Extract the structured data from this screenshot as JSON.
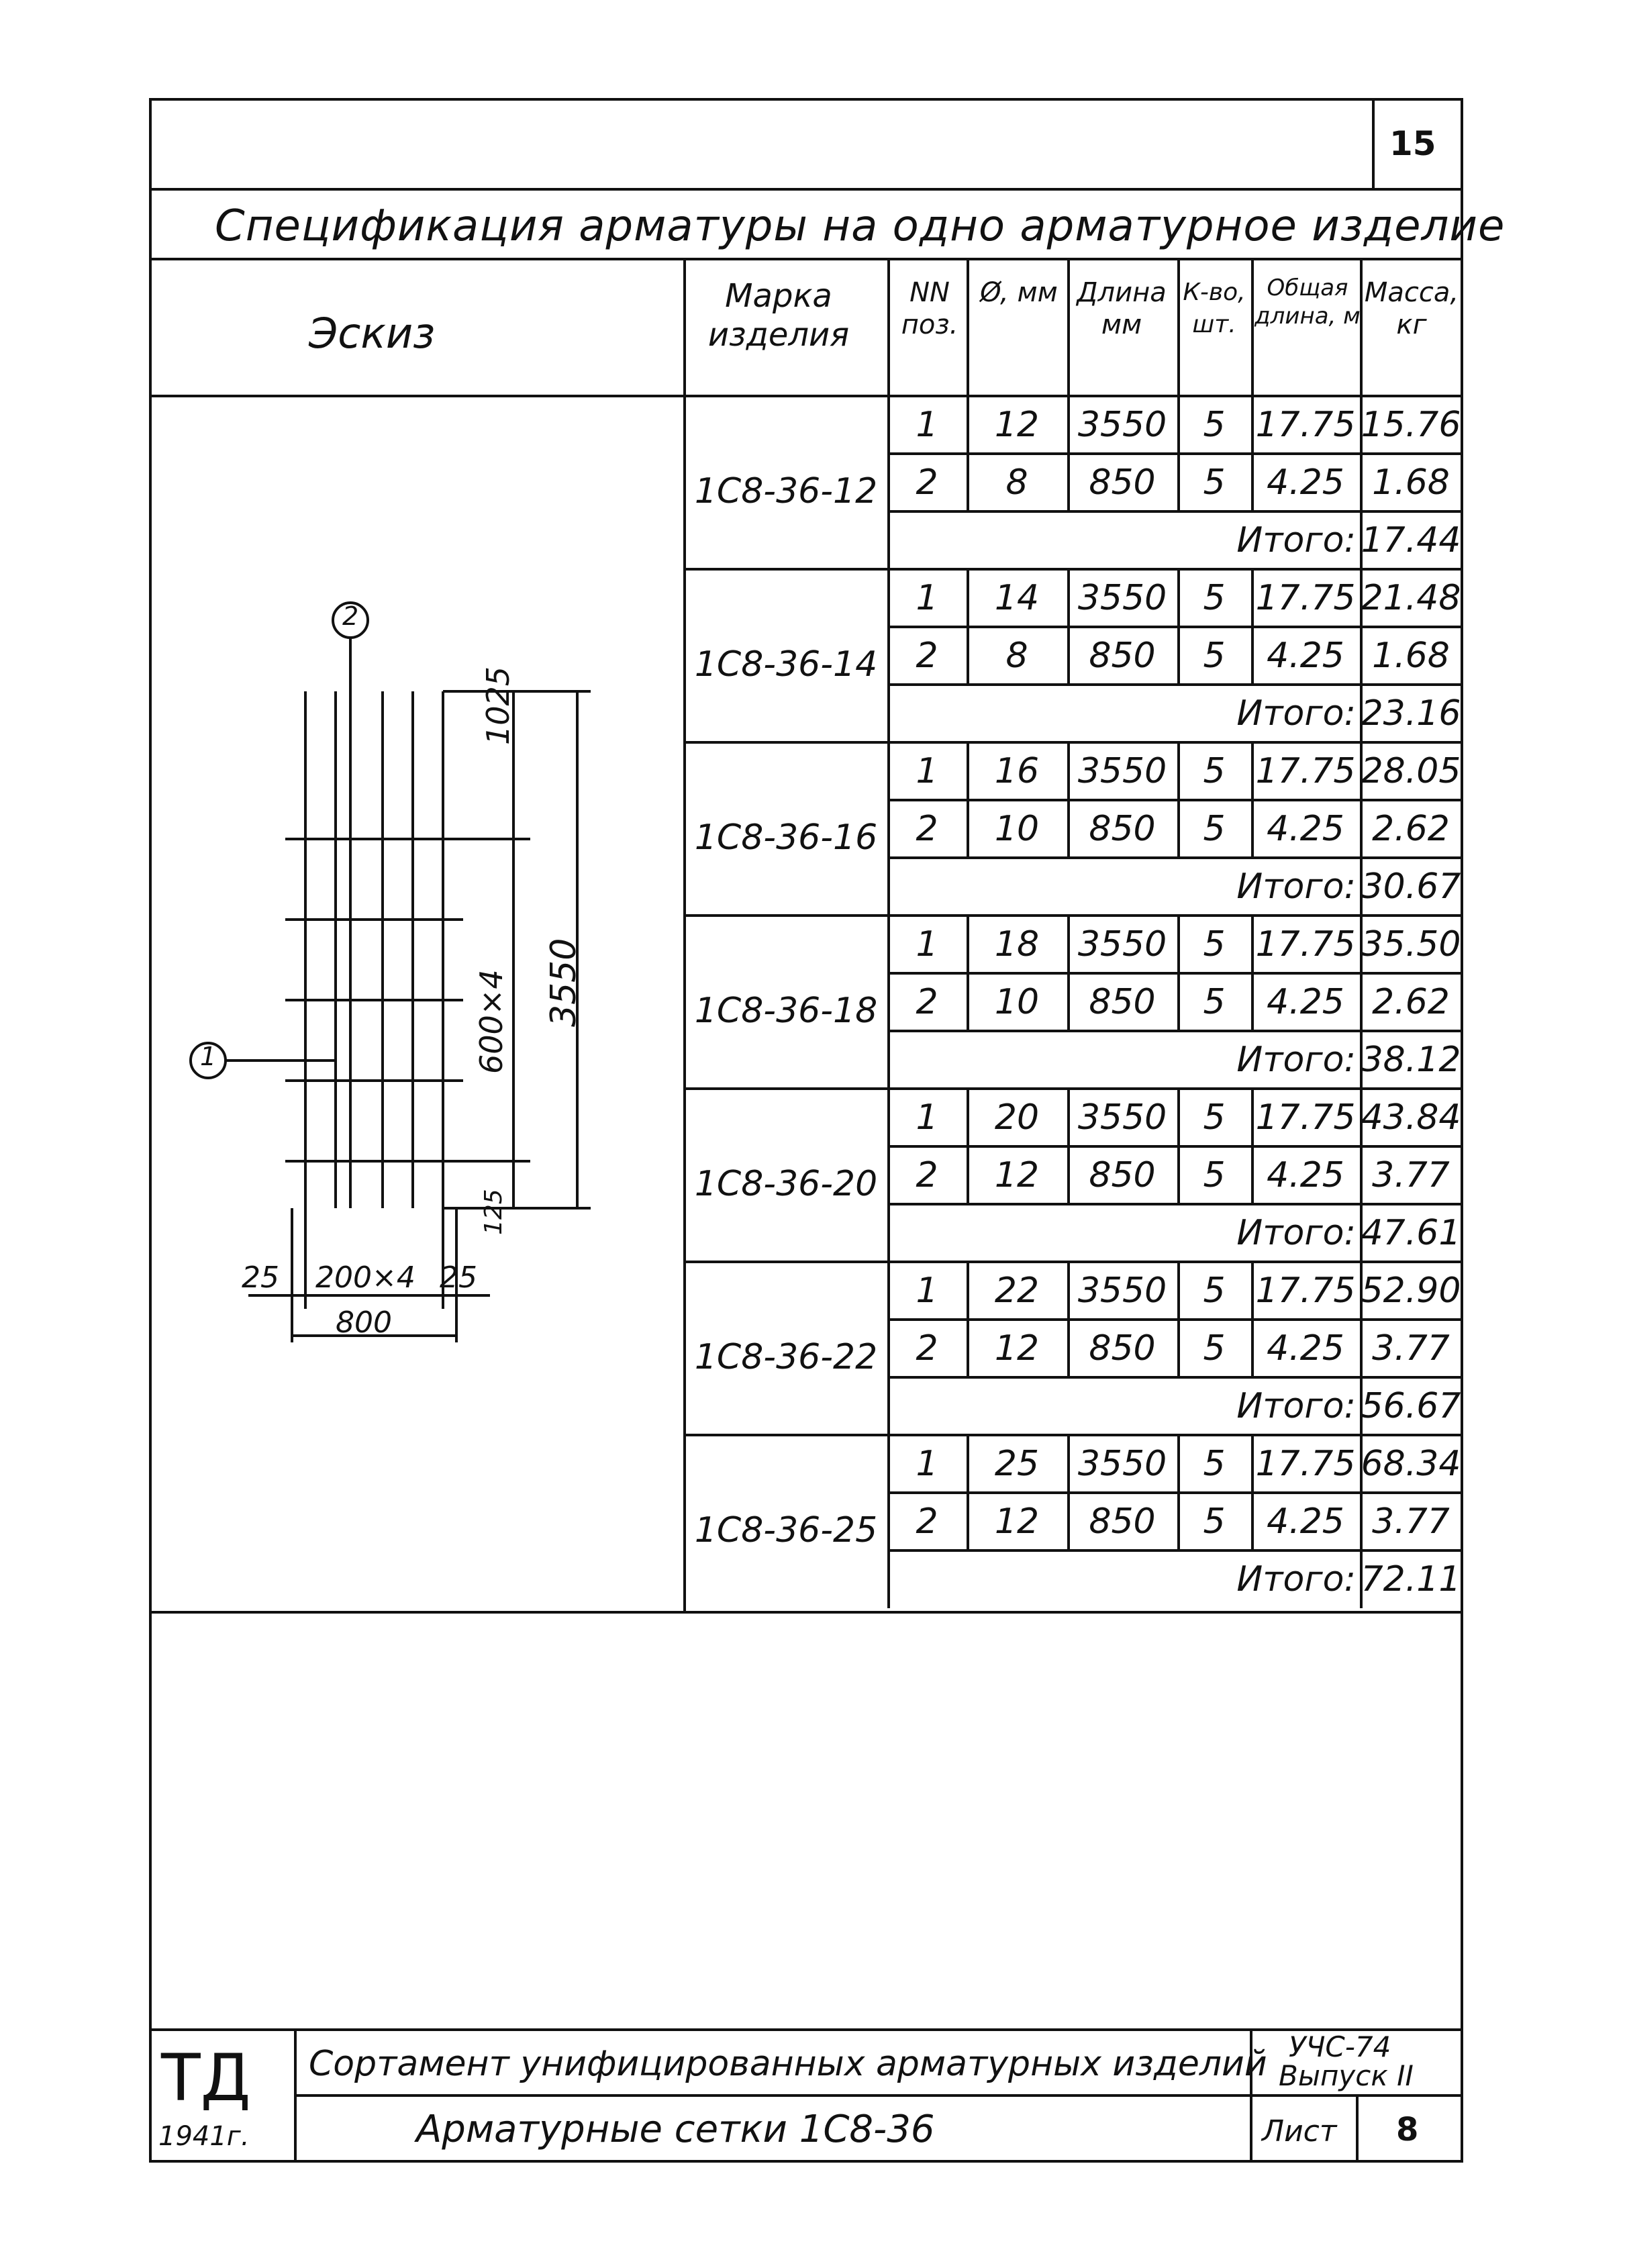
{
  "page_number": "15",
  "title": "Спецификация арматуры на одно арматурное изделие",
  "headers": {
    "sketch": "Эскиз",
    "mark": "Марка изделия",
    "pos": "NN поз.",
    "diam": "Ø, мм",
    "length": "Длина мм",
    "qty": "К-во, шт.",
    "total_length": "Общая длина, м",
    "mass": "Масса, кг"
  },
  "total_label": "Итого:",
  "groups": [
    {
      "mark": "1С8-36-12",
      "rows": [
        [
          "1",
          "12",
          "3550",
          "5",
          "17.75",
          "15.76"
        ],
        [
          "2",
          "8",
          "850",
          "5",
          "4.25",
          "1.68"
        ]
      ],
      "total": "17.44"
    },
    {
      "mark": "1С8-36-14",
      "rows": [
        [
          "1",
          "14",
          "3550",
          "5",
          "17.75",
          "21.48"
        ],
        [
          "2",
          "8",
          "850",
          "5",
          "4.25",
          "1.68"
        ]
      ],
      "total": "23.16"
    },
    {
      "mark": "1С8-36-16",
      "rows": [
        [
          "1",
          "16",
          "3550",
          "5",
          "17.75",
          "28.05"
        ],
        [
          "2",
          "10",
          "850",
          "5",
          "4.25",
          "2.62"
        ]
      ],
      "total": "30.67"
    },
    {
      "mark": "1С8-36-18",
      "rows": [
        [
          "1",
          "18",
          "3550",
          "5",
          "17.75",
          "35.50"
        ],
        [
          "2",
          "10",
          "850",
          "5",
          "4.25",
          "2.62"
        ]
      ],
      "total": "38.12"
    },
    {
      "mark": "1С8-36-20",
      "rows": [
        [
          "1",
          "20",
          "3550",
          "5",
          "17.75",
          "43.84"
        ],
        [
          "2",
          "12",
          "850",
          "5",
          "4.25",
          "3.77"
        ]
      ],
      "total": "47.61"
    },
    {
      "mark": "1С8-36-22",
      "rows": [
        [
          "1",
          "22",
          "3550",
          "5",
          "17.75",
          "52.90"
        ],
        [
          "2",
          "12",
          "850",
          "5",
          "4.25",
          "3.77"
        ]
      ],
      "total": "56.67"
    },
    {
      "mark": "1С8-36-25",
      "rows": [
        [
          "1",
          "25",
          "3550",
          "5",
          "17.75",
          "68.34"
        ],
        [
          "2",
          "12",
          "850",
          "5",
          "4.25",
          "3.77"
        ]
      ],
      "total": "72.11"
    }
  ],
  "sketch": {
    "callout_1": "1",
    "callout_2": "2",
    "dim_1025": "1025",
    "dim_600x4": "600×4",
    "dim_3550": "3550",
    "dim_125": "125",
    "dim_25_left": "25",
    "dim_200x4": "200×4",
    "dim_25_right": "25",
    "dim_800": "800"
  },
  "stamp": {
    "logo": "ТД",
    "year": "1941г.",
    "series_title": "Сортамент унифицированных арматурных изделий",
    "sheet_title": "Арматурные сетки 1С8-36",
    "code": "УЧС-74",
    "issue": "Выпуск II",
    "sheet_label": "Лист",
    "sheet_number": "8"
  }
}
